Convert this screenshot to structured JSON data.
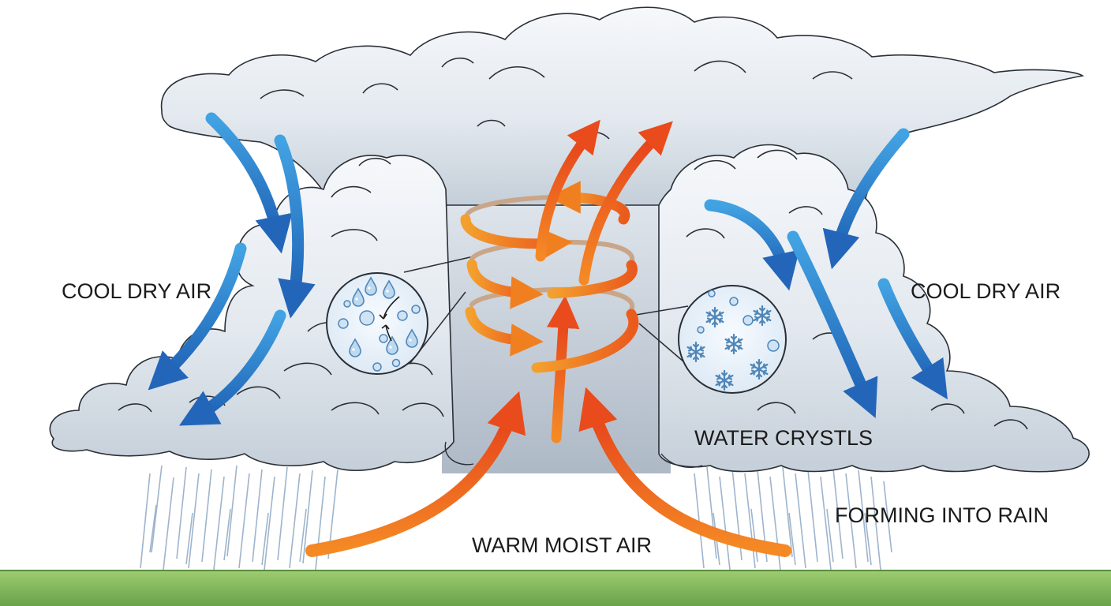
{
  "labels": {
    "cool_dry_air_left": "COOL DRY AIR",
    "cool_dry_air_right": "COOL DRY AIR",
    "water_crystals": "WATER CRYSTLS",
    "forming_into_rain": "FORMING INTO RAIN",
    "warm_moist_air": "WARM MOIST AIR"
  },
  "colors": {
    "cool_air_arrow": "#2f7fd0",
    "cool_air_arrow_dark": "#1e5fae",
    "warm_air_arrow": "#f07a22",
    "warm_air_arrow_dark": "#e2461c",
    "cloud": "#eef2f6",
    "cloud_shade": "#c9d2dc",
    "ground": "#8cc063",
    "rain": "#8ea8c4",
    "text": "#1b1b1b"
  },
  "icons": [
    "water-droplet-icon",
    "snowflake-icon"
  ]
}
